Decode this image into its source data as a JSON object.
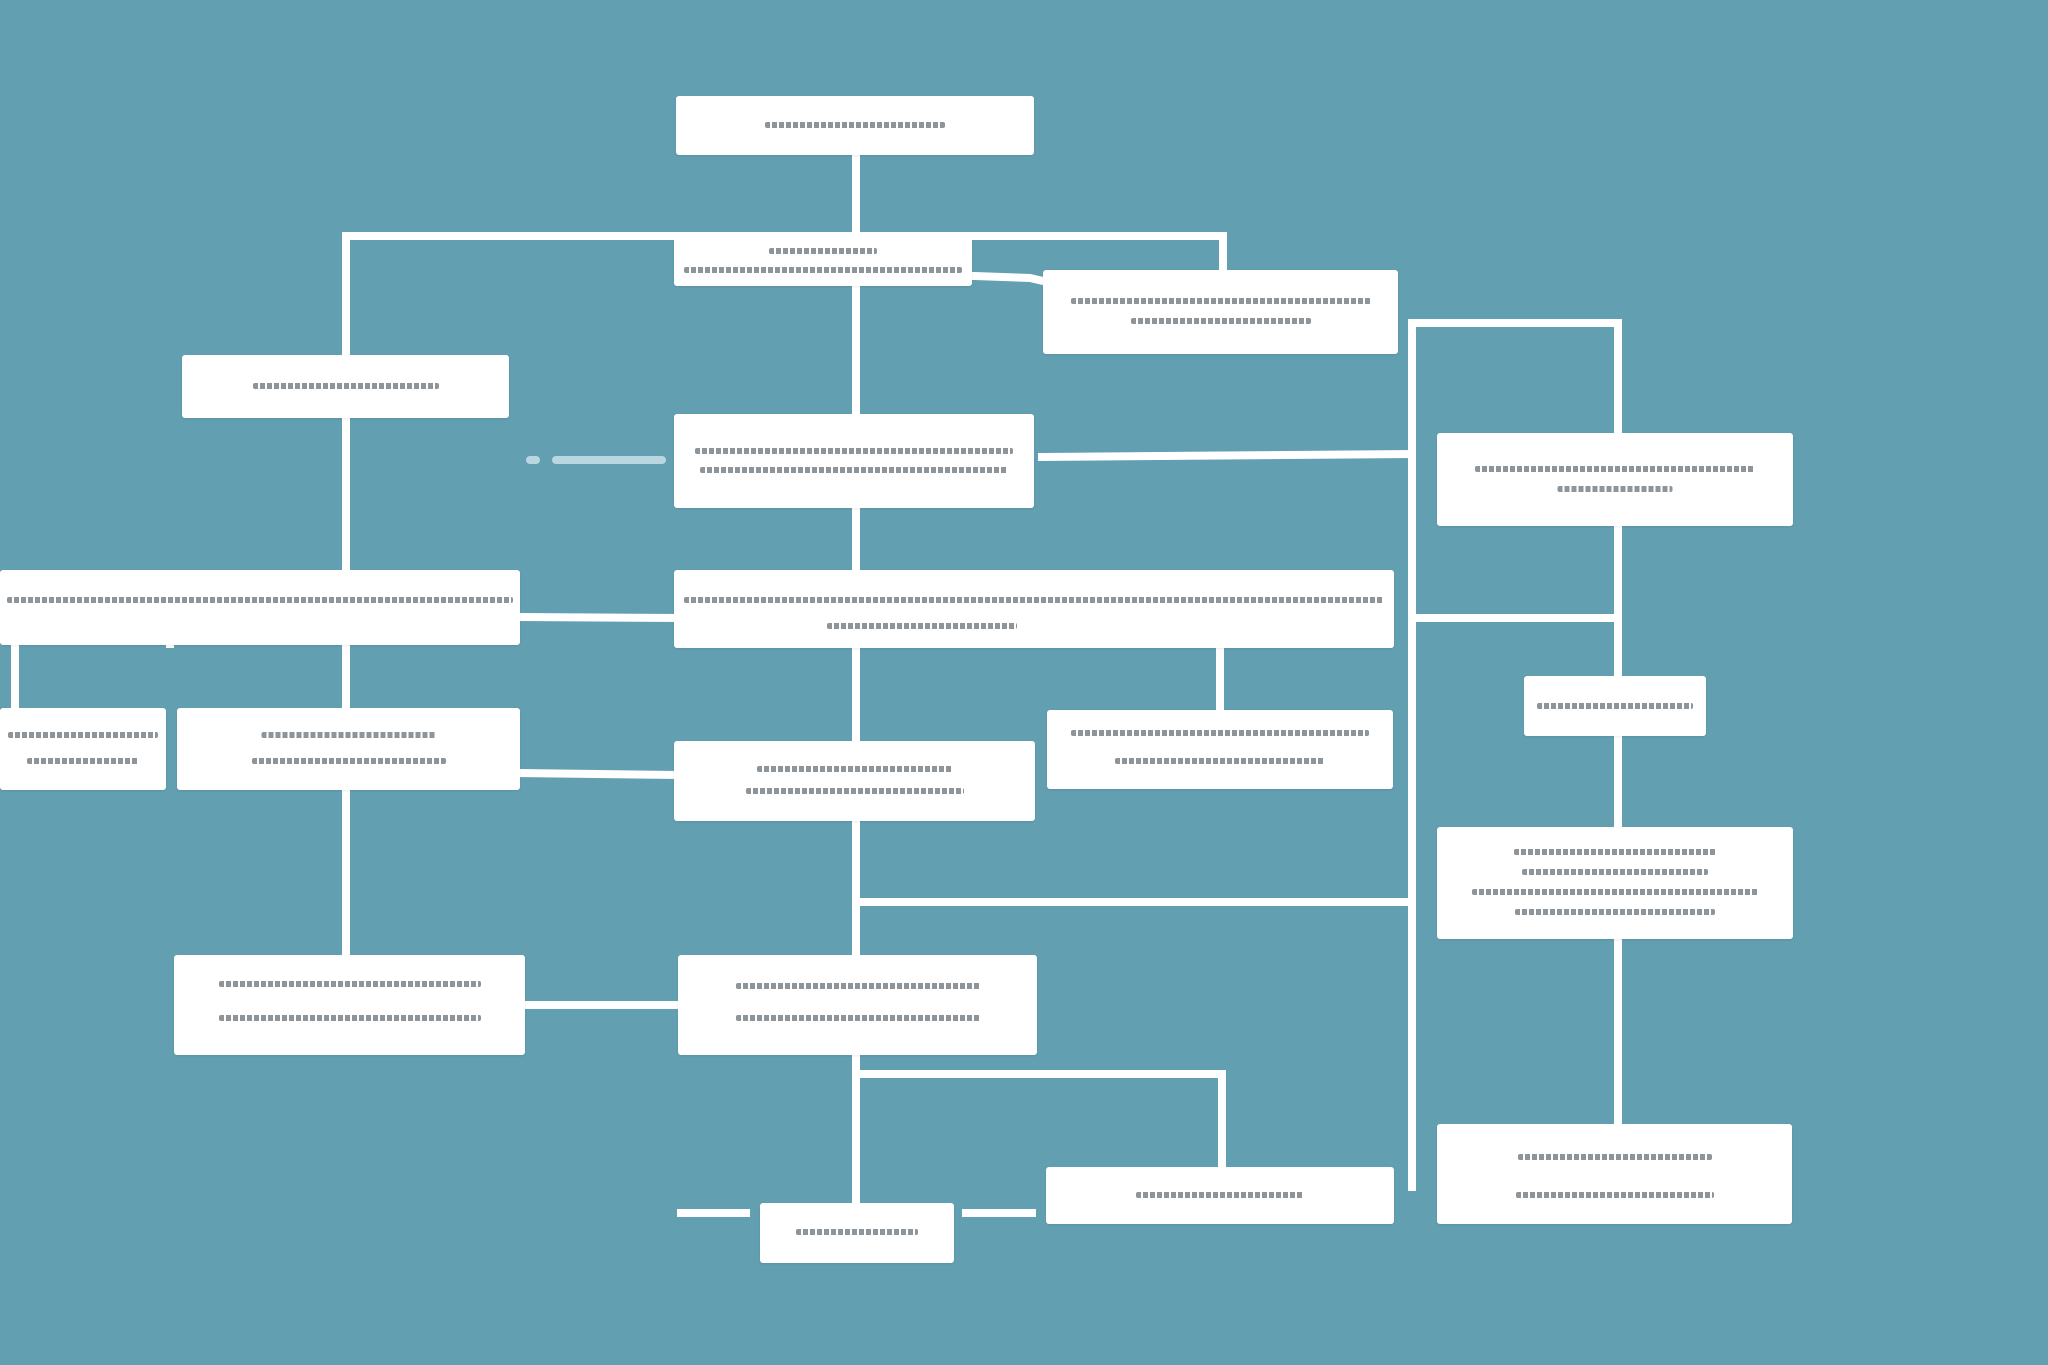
{
  "diagram": {
    "type": "flowchart",
    "background_color": "#629fb1",
    "node_color": "#ffffff",
    "connector_color": "#ffffff",
    "text_legible": false,
    "node_count": 21,
    "nodes": [
      {
        "id": "root",
        "text_lines": 1
      },
      {
        "id": "branch-hub",
        "text_lines": 2
      },
      {
        "id": "upper-right",
        "text_lines": 2
      },
      {
        "id": "left-top",
        "text_lines": 1
      },
      {
        "id": "center-mid",
        "text_lines": 2
      },
      {
        "id": "far-right-top",
        "text_lines": 2
      },
      {
        "id": "left-wide-bar",
        "text_lines": 1
      },
      {
        "id": "center-wide-bar",
        "text_lines": 2
      },
      {
        "id": "left-edge-small",
        "text_lines": 2
      },
      {
        "id": "left-mid",
        "text_lines": 2
      },
      {
        "id": "center-lower",
        "text_lines": 2
      },
      {
        "id": "right-mid",
        "text_lines": 2
      },
      {
        "id": "far-right-small",
        "text_lines": 1
      },
      {
        "id": "far-right-large",
        "text_lines": 4
      },
      {
        "id": "left-bottom",
        "text_lines": 2
      },
      {
        "id": "center-bottom",
        "text_lines": 2
      },
      {
        "id": "bottom-small",
        "text_lines": 1
      },
      {
        "id": "bottom-right",
        "text_lines": 1
      },
      {
        "id": "far-right-bottom",
        "text_lines": 2
      }
    ]
  }
}
